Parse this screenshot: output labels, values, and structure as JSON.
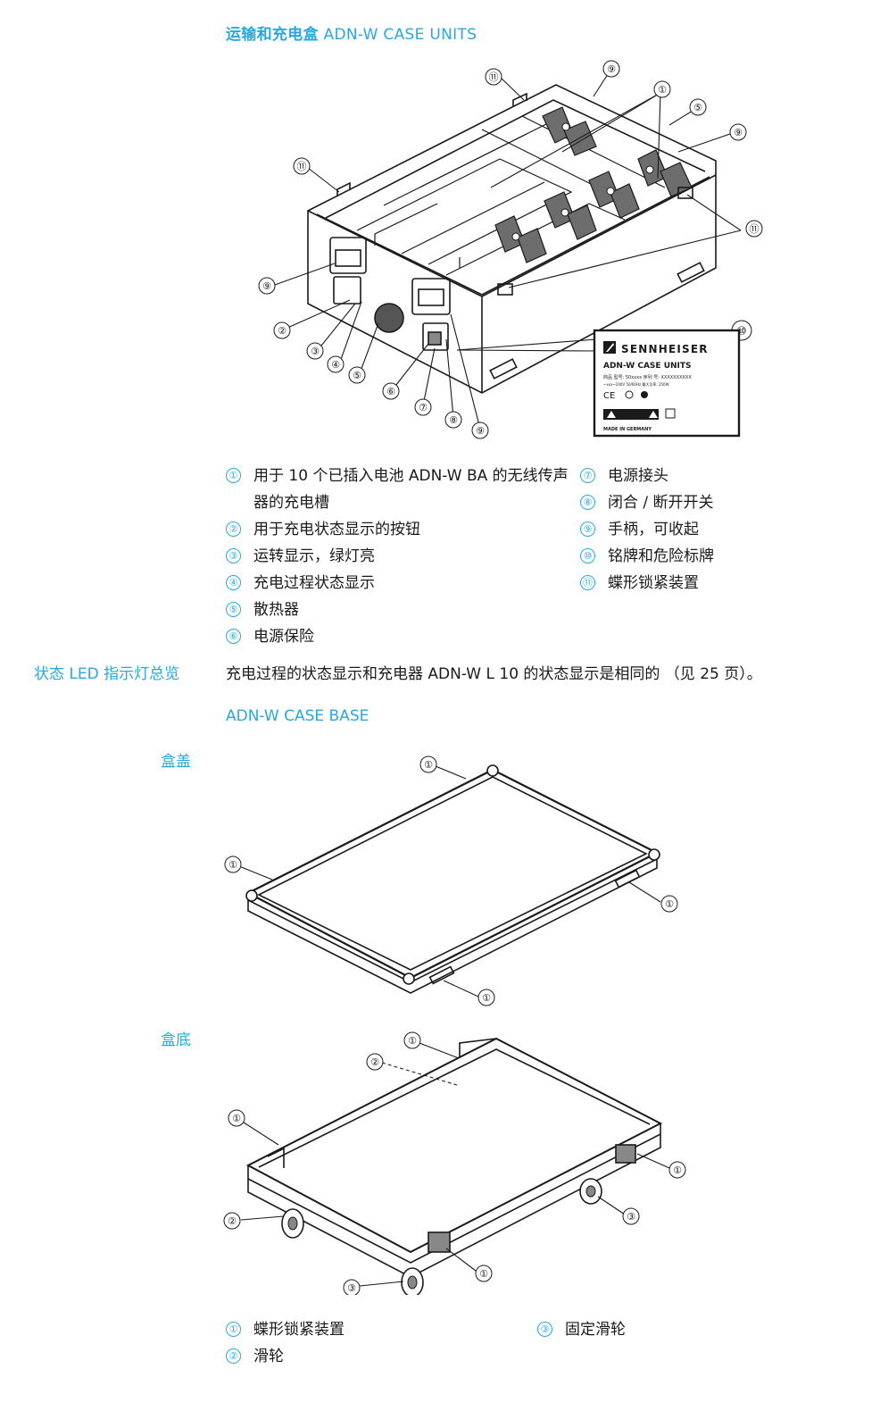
{
  "header": {
    "title_cn": "运输和充电盒",
    "title_en": "ADN-W CASE UNITS"
  },
  "figure1": {
    "callouts": [
      "⑪",
      "⑨",
      "①",
      "⑤",
      "⑨",
      "⑪",
      "⑪",
      "⑨",
      "②",
      "③",
      "④",
      "⑤",
      "⑥",
      "⑦",
      "⑧",
      "⑨",
      "⑩"
    ],
    "label": {
      "brand": "SENNHEISER",
      "model": "ADN-W CASE UNITS",
      "line1": "商品 型号: 50xxxx 序列 号: XXXXXXXXXX",
      "line2": "~xxx~240V 50/60Hz 最大功率: 250W",
      "marks": "CE",
      "made_in": "MADE IN GERMANY"
    }
  },
  "legend1": {
    "left": [
      {
        "num": "①",
        "text": "用于 10 个已插入电池 ADN-W BA 的无线传声器的充电槽"
      },
      {
        "num": "②",
        "text": "用于充电状态显示的按钮"
      },
      {
        "num": "③",
        "text": "运转显示，绿灯亮"
      },
      {
        "num": "④",
        "text": "充电过程状态显示"
      },
      {
        "num": "⑤",
        "text": "散热器"
      },
      {
        "num": "⑥",
        "text": "电源保险"
      }
    ],
    "right": [
      {
        "num": "⑦",
        "text": "电源接头"
      },
      {
        "num": "⑧",
        "text": "闭合 / 断开开关"
      },
      {
        "num": "⑨",
        "text": "手柄，可收起"
      },
      {
        "num": "⑩",
        "text": "铭牌和危险标牌"
      },
      {
        "num": "⑪",
        "text": "蝶形锁紧装置"
      }
    ]
  },
  "led_section": {
    "side_label": "状态 LED 指示灯总览",
    "text": "充电过程的状态显示和充电器 ADN-W L 10 的状态显示是相同的 （见 25 页）。"
  },
  "base_section": {
    "heading": "ADN-W CASE BASE",
    "lid_label": "盒盖",
    "bottom_label": "盒底",
    "lid_callouts": [
      "①",
      "①",
      "①",
      "①"
    ],
    "bottom_callouts": [
      "①",
      "②",
      "①",
      "②",
      "①",
      "③",
      "①",
      "③"
    ]
  },
  "legend2": {
    "left": [
      {
        "num": "①",
        "text": "蝶形锁紧装置"
      },
      {
        "num": "②",
        "text": "滑轮"
      }
    ],
    "right": [
      {
        "num": "③",
        "text": "固定滑轮"
      }
    ]
  },
  "colors": {
    "accent": "#29a8dc",
    "line": "#1a1a1a"
  }
}
